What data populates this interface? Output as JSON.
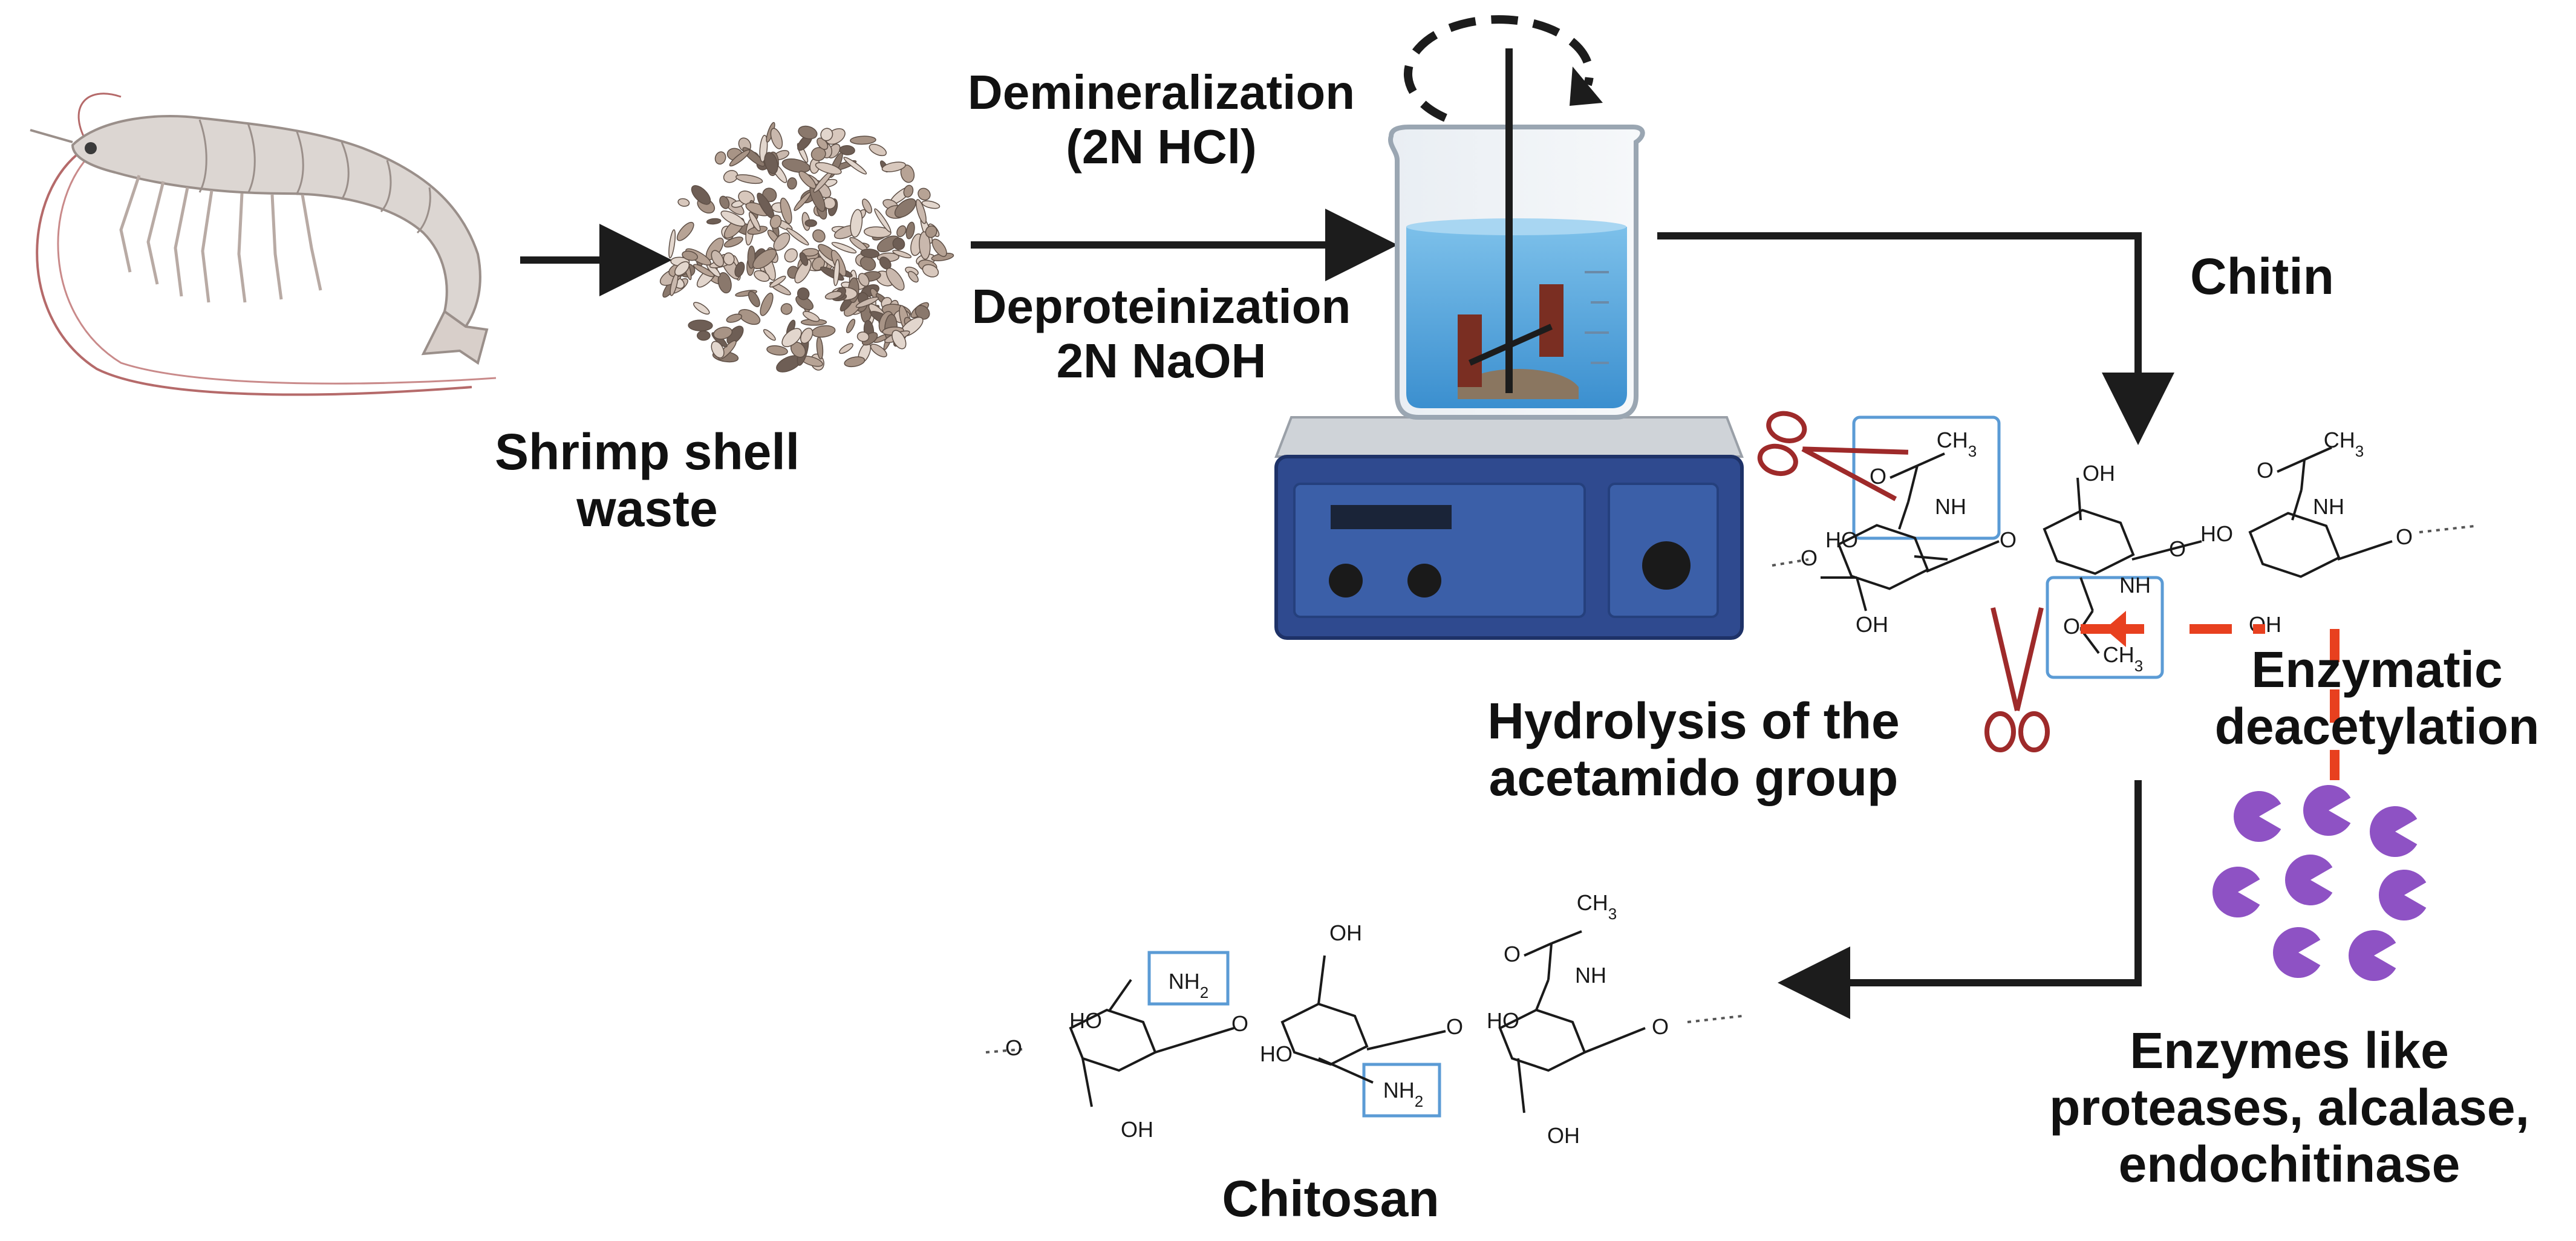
{
  "labels": {
    "shrimp_shell": "Shrimp shell",
    "shrimp_waste": "waste",
    "demin": "Demineralization",
    "demin_reagent": "(2N HCl)",
    "deprot": "Deproteinization",
    "deprot_reagent": "2N NaOH",
    "chitin": "Chitin",
    "hydrolysis_1": "Hydrolysis of the",
    "hydrolysis_2": "acetamido group",
    "enzymatic_1": "Enzymatic",
    "enzymatic_2": "deacetylation",
    "enzymes_1": "Enzymes like",
    "enzymes_2": "proteases, alcalase,",
    "enzymes_3": "endochitinase",
    "chitosan": "Chitosan"
  },
  "chem": {
    "ch3": "CH3",
    "nh": "NH",
    "nh2": "NH2",
    "oh": "OH",
    "ho": "HO",
    "o": "O"
  },
  "colors": {
    "arrow": "#1c1c1c",
    "enzyme": "#8e52c4",
    "scissors": "#9e2a2a",
    "highlight_box": "#5b9bd5",
    "red_arrow": "#e8401f",
    "hotplate": "#2f4a8f",
    "liquid": "#5aa9dd"
  }
}
